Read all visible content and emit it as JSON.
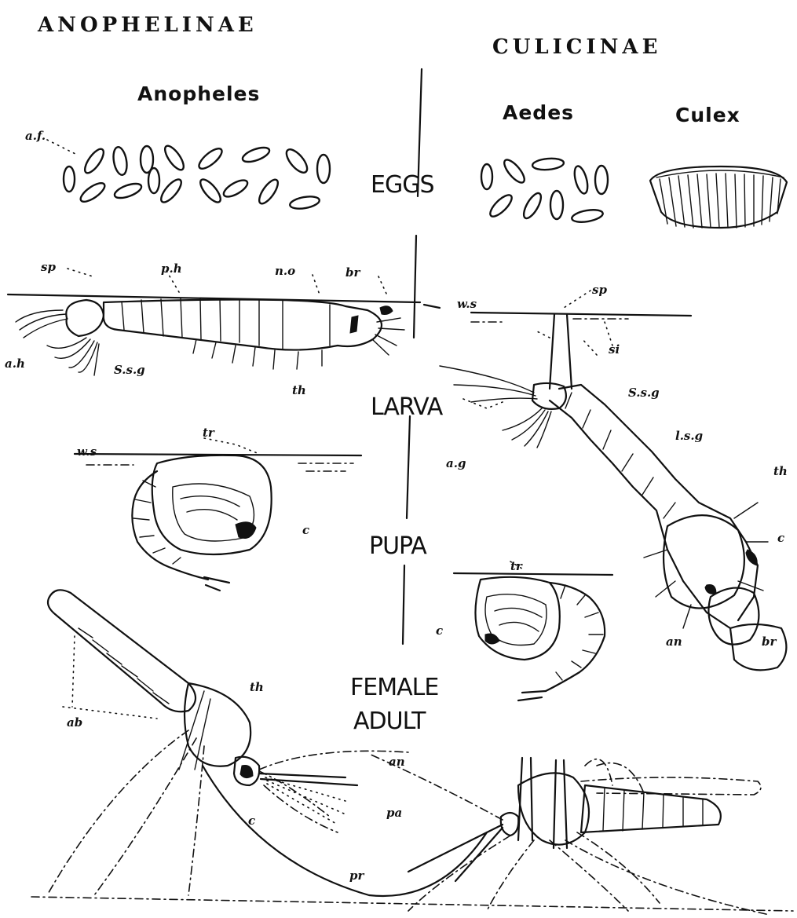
{
  "headers": {
    "left": "ANOPHELINAE",
    "right": "CULICINAE"
  },
  "genera": {
    "anopheles": "Anopheles",
    "aedes": "Aedes",
    "culex": "Culex"
  },
  "stages": {
    "eggs": "EGGS",
    "larva": "LARVA",
    "pupa": "PUPA",
    "adult_line1": "FEMALE",
    "adult_line2": "ADULT"
  },
  "labels": {
    "af": "a.f.",
    "sp_left": "sp",
    "ph": "p.h",
    "no": "n.o",
    "br_left": "br",
    "ah": "a.h",
    "sg_left": "S.s.g",
    "th_larva": "th",
    "tr_left": "tr",
    "ws_left": "w.s",
    "c_pupa_left": "c",
    "ws_right": "w.s",
    "sp_right": "sp",
    "si": "si",
    "sg_right": "S.s.g",
    "ag": "a.g",
    "lsg": "l.s.g",
    "th_right": "th",
    "c_right": "c",
    "an_right": "an",
    "br_right": "br",
    "tr_right": "tr",
    "c_pupa_right": "c",
    "ab": "ab",
    "th_adult": "th",
    "c_adult": "c",
    "an_adult": "an",
    "pa": "pa",
    "pr": "pr"
  }
}
